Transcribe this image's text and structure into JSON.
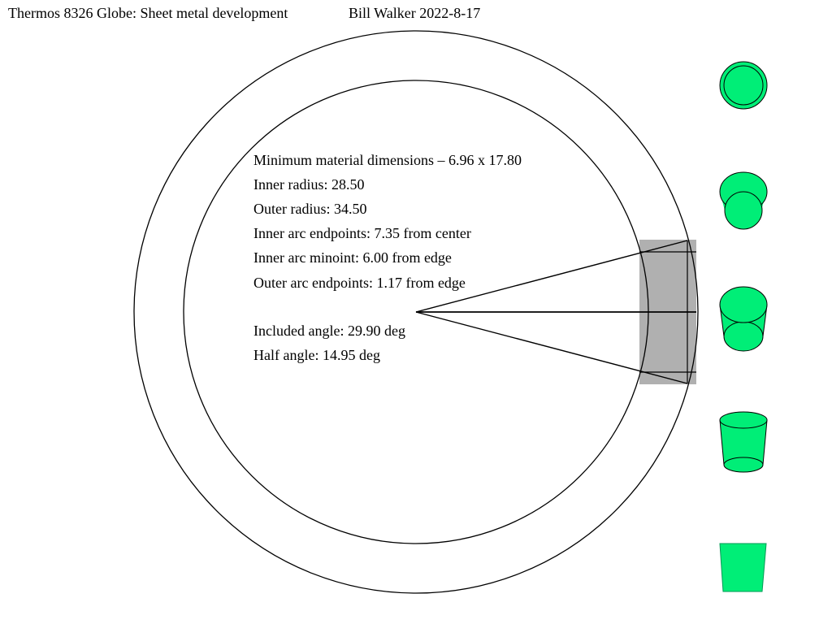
{
  "header": {
    "title": "Thermos 8326 Globe: Sheet metal development",
    "author": "Bill Walker 2022-8-17"
  },
  "info": {
    "min_material": "Minimum material dimensions – 6.96 x 17.80",
    "inner_radius": "Inner radius: 28.50",
    "outer_radius": "Outer radius: 34.50",
    "inner_arc_endpoints": "Inner arc endpoints: 7.35 from center",
    "inner_arc_minpoint": "Inner arc minoint: 6.00 from edge",
    "outer_arc_endpoints": "Outer arc endpoints: 1.17 from edge",
    "included_angle": "Included angle: 29.90 deg",
    "half_angle": "Half angle: 14.95 deg"
  },
  "colors": {
    "stroke": "#000000",
    "material": "#b0b0b0",
    "cup_fill": "#00ee77",
    "background": "#ffffff"
  },
  "icons": {
    "stages": [
      "cup-stage-1-icon",
      "cup-stage-2-icon",
      "cup-stage-3-icon",
      "cup-stage-4-icon",
      "cup-stage-5-icon"
    ]
  }
}
